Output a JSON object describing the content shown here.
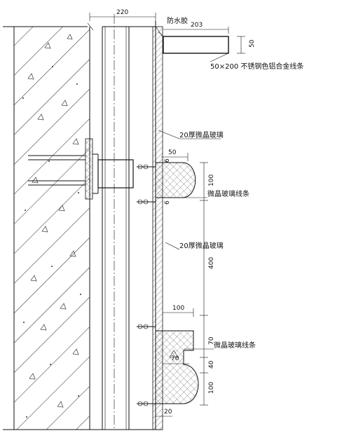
{
  "dimensions": {
    "wall_gap": "220",
    "strip_width": "203",
    "strip_height": "50",
    "trim_top_width": "50",
    "trim_top_height": "100",
    "panel_height": "400",
    "trim_bottom_width": "100",
    "trim_bottom_upper": "70",
    "trim_bottom_inner": "70",
    "trim_bottom_notch": "40",
    "trim_bottom_lower": "100",
    "bottom_gap": "20",
    "small_top": "6",
    "small_mid": "6"
  },
  "labels": {
    "waterproof_glue": "防水胶",
    "steel_strip": "50×200 不锈钢色铝合金线条",
    "glass_upper": "20厚微晶玻璃",
    "trim_upper": "微晶玻璃线条",
    "glass_middle": "20厚微晶玻璃",
    "trim_lower": "微晶玻璃线条"
  }
}
